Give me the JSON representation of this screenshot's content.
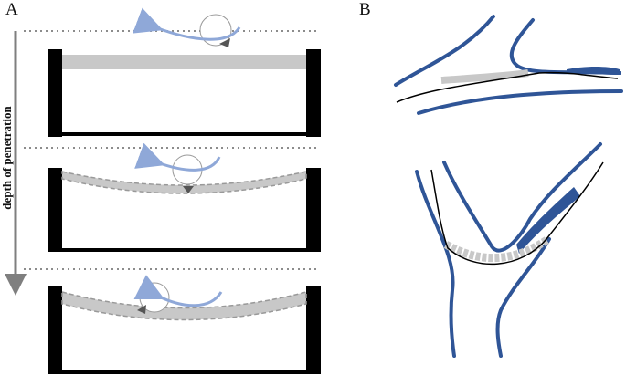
{
  "panel_a": {
    "letter": "A",
    "axis_label": "depth of penetration"
  },
  "panel_b": {
    "letter": "B"
  },
  "colors": {
    "vessel_wall": "#2f5597",
    "rotation_arrow": "#8fa8d8",
    "container": "#000000",
    "tissue_band": "#c8c8c8",
    "dotted_guide": "#8c8c8c",
    "axis_arrow": "#7f7f7f"
  },
  "icons": {
    "rotation": "rotation-arrow-icon",
    "blade": "blade-tip-icon"
  }
}
